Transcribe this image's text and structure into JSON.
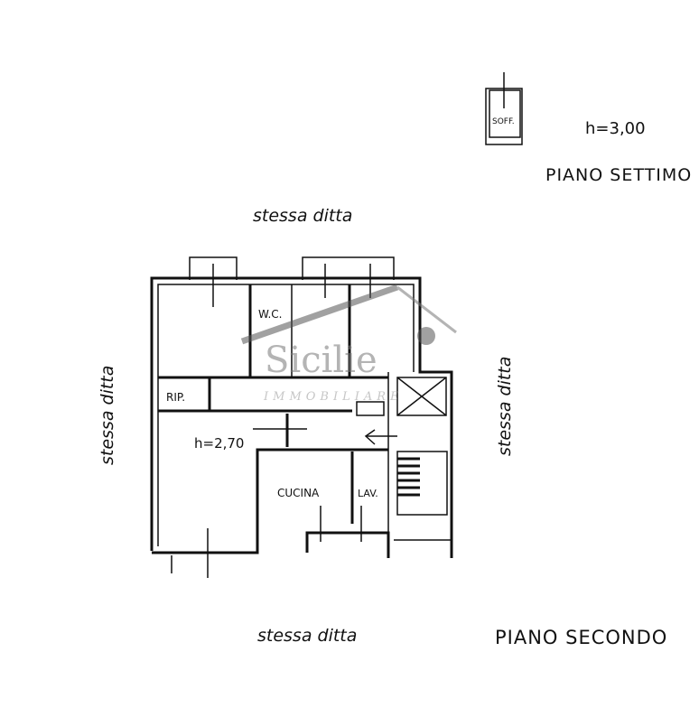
{
  "upper_floor": {
    "closet_label": "SOFF.",
    "height_label": "h=3,00",
    "floor_title": "PIANO SETTIMO"
  },
  "lower_floor": {
    "neighbor_top": "stessa ditta",
    "neighbor_left": "stessa ditta",
    "neighbor_right": "stessa ditta",
    "neighbor_bottom": "stessa ditta",
    "height_label": "h=2,70",
    "rooms": {
      "wc": "W.C.",
      "rip": "RIP.",
      "cucina": "CUCINA",
      "lav": "LAV."
    },
    "floor_title": "PIANO SECONDO"
  },
  "watermark": {
    "brand": "Sicilie",
    "sub": "IMMOBILIARE"
  }
}
